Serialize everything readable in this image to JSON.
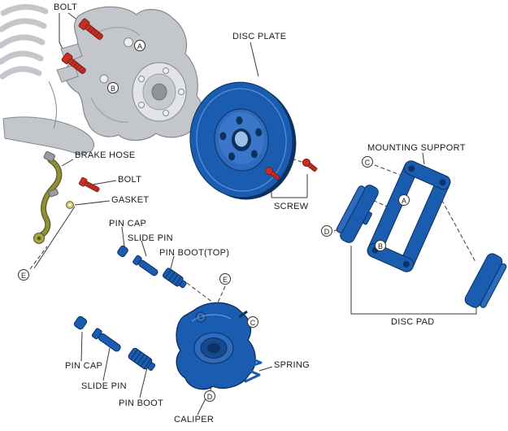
{
  "diagram": {
    "labels": {
      "bolt_top": "BOLT",
      "disc_plate": "DISC PLATE",
      "brake_hose": "BRAKE HOSE",
      "bolt_mid": "BOLT",
      "gasket": "GASKET",
      "pin_cap_top": "PIN CAP",
      "slide_pin_top": "SLIDE PIN",
      "pin_boot_top": "PIN BOOT(TOP)",
      "mounting_support": "MOUNTING SUPPORT",
      "screw": "SCREW",
      "disc_pad": "DISC PAD",
      "pin_cap_bottom": "PIN CAP",
      "slide_pin_bottom": "SLIDE PIN",
      "pin_boot_bottom": "PIN BOOT",
      "caliper": "CALIPER",
      "spring": "SPRING"
    },
    "markers": {
      "knuckle_a": "A",
      "knuckle_b": "B",
      "hose_e": "E",
      "caliper_e": "E",
      "caliper_c": "C",
      "caliper_d": "D",
      "support_c": "C",
      "support_a": "A",
      "support_b": "B",
      "support_d": "D"
    },
    "colors": {
      "background": "#ffffff",
      "label_text": "#1a1a1a",
      "line": "#3a3a3a",
      "part_blue": "#1a5cb0",
      "part_blue_mid": "#2e6abd",
      "part_blue_dark": "#0d315e",
      "part_blue_light": "#6f9fd8",
      "bolt_red": "#c53026",
      "bolt_red_dark": "#7d1d16",
      "metal_gray": "#c3c6ca",
      "metal_gray_dark": "#85888e",
      "metal_gray_light": "#e3e4e6",
      "hose_olive": "#8f8f3a",
      "hose_olive_dark": "#5a5a20"
    }
  }
}
